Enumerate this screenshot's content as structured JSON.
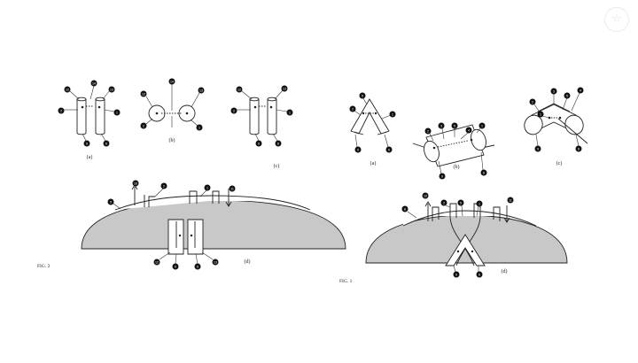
{
  "figures": {
    "fig2": {
      "caption": "FIG. 2",
      "panels": [
        {
          "label": "(a)",
          "callouts": [
            "12",
            "14",
            "13",
            "2",
            "1",
            "9",
            "6"
          ]
        },
        {
          "label": "(b)",
          "callouts": [
            "12",
            "13",
            "14",
            "2",
            "1"
          ]
        },
        {
          "label": "(c)",
          "callouts": [
            "12",
            "13",
            "2",
            "1",
            "9",
            "6"
          ]
        },
        {
          "label": "(d)",
          "callouts": [
            "10",
            "2",
            "1",
            "11",
            "5",
            "12",
            "9",
            "6",
            "13"
          ]
        }
      ]
    },
    "fig1": {
      "caption": "FIG. 1",
      "panels": [
        {
          "label": "(a)",
          "callouts": [
            "5",
            "2",
            "1",
            "9",
            "6"
          ]
        },
        {
          "label": "(b)",
          "callouts": [
            "2",
            "3",
            "5",
            "4",
            "1",
            "9",
            "6"
          ]
        },
        {
          "label": "(c)",
          "callouts": [
            "3",
            "5",
            "4",
            "2",
            "1",
            "9",
            "6"
          ]
        },
        {
          "label": "(d)",
          "callouts": [
            "8",
            "10",
            "2",
            "5",
            "1",
            "11",
            "9",
            "6"
          ]
        }
      ]
    }
  },
  "watermark_icon": "lightbulb-icon"
}
